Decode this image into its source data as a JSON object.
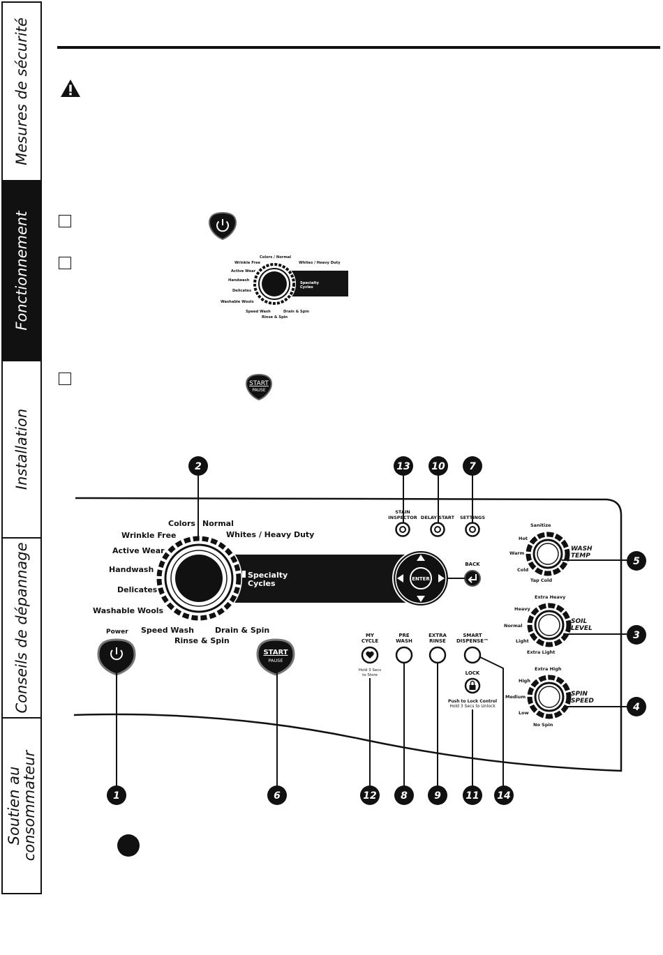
{
  "tabs": [
    {
      "label": "Mesures de sécurité",
      "active": false
    },
    {
      "label": "Fonctionnement",
      "active": true
    },
    {
      "label": "Installation",
      "active": false
    },
    {
      "label": "Conseils de dépannage",
      "active": false
    },
    {
      "label": "Soutien au consommateur",
      "active": false
    }
  ],
  "tab_lines": {
    "soutien_line1": "Soutien au",
    "soutien_line2": "consommateur"
  },
  "mini_dial": {
    "colors_normal": "Colors / Normal",
    "wrinkle_free": "Wrinkle Free",
    "whites": "Whites / Heavy Duty",
    "active_wear": "Active Wear",
    "handwash": "Handwash",
    "specialty1": "Specialty",
    "specialty2": "Cycles",
    "delicates": "Delicates",
    "wools": "Washable Wools",
    "speed_wash": "Speed Wash",
    "drain_spin": "Drain & Spin",
    "rinse_spin": "Rinse & Spin"
  },
  "start_button": {
    "line1": "START",
    "line2": "PAUSE"
  },
  "panel": {
    "cycles": {
      "colors": "Colors",
      "normal": "Normal",
      "wrinkle_free": "Wrinkle Free",
      "whites": "Whites / Heavy Duty",
      "active_wear": "Active Wear",
      "handwash": "Handwash",
      "delicates": "Delicates",
      "wools": "Washable Wools",
      "speed_wash": "Speed Wash",
      "drain_spin": "Drain & Spin",
      "rinse_spin": "Rinse & Spin",
      "specialty1": "Specialty",
      "specialty2": "Cycles"
    },
    "power": "Power",
    "top_buttons": {
      "stain1": "STAIN",
      "stain2": "INSPECTOR",
      "delay": "DELAY START",
      "settings": "SETTINGS"
    },
    "enter": "ENTER",
    "back": "BACK",
    "option_buttons": {
      "mycycle1": "MY",
      "mycycle2": "CYCLE",
      "mycycle_hold1": "Hold 3 Secs",
      "mycycle_hold2": "to Store",
      "prewash1": "PRE",
      "prewash2": "WASH",
      "extrarinse1": "EXTRA",
      "extrarinse2": "RINSE",
      "smart1": "SMART",
      "smart2": "DISPENSE™",
      "lock": "LOCK",
      "lock_note1": "Push to Lock Control",
      "lock_note2": "Hold 3 Secs to Unlock"
    },
    "wash_temp": {
      "title1": "WASH",
      "title2": "TEMP",
      "levels": [
        "Sanitize",
        "Hot",
        "Warm",
        "Cold",
        "Tap Cold"
      ]
    },
    "soil_level": {
      "title1": "SOIL",
      "title2": "LEVEL",
      "levels": [
        "Extra Heavy",
        "Heavy",
        "Normal",
        "Light",
        "Extra Light"
      ]
    },
    "spin_speed": {
      "title1": "SPIN",
      "title2": "SPEED",
      "levels": [
        "Extra High",
        "High",
        "Medium",
        "Low",
        "No Spin"
      ]
    }
  },
  "callouts": {
    "c1": "1",
    "c2": "2",
    "c3": "3",
    "c4": "4",
    "c5": "5",
    "c6": "6",
    "c7": "7",
    "c8": "8",
    "c9": "9",
    "c10": "10",
    "c11": "11",
    "c12": "12",
    "c13": "13",
    "c14": "14"
  },
  "colors": {
    "ink": "#111111",
    "display": "#141414"
  }
}
